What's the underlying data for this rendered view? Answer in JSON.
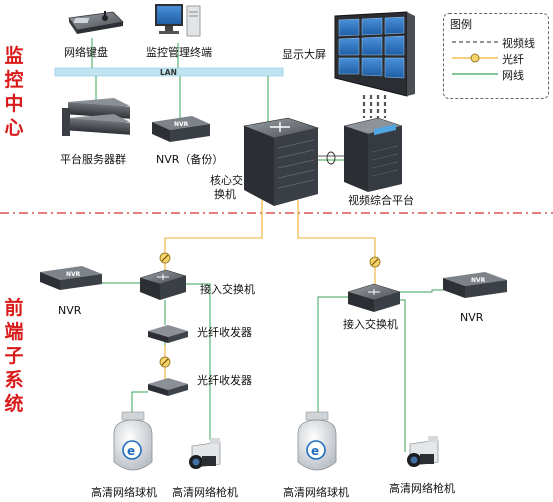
{
  "sections": {
    "monitor_center": "监控中心",
    "front_end": "前端子系统"
  },
  "legend": {
    "title": "图例",
    "video_line": "视频线",
    "fiber": "光纤",
    "network_line": "网线"
  },
  "lan_label": "LAN",
  "devices": {
    "network_keyboard": "网络键盘",
    "monitor_terminal": "监控管理终端",
    "display_wall": "显示大屏",
    "server_group": "平台服务器群",
    "nvr_backup": "NVR（备份）",
    "core_switch_l1": "核心交",
    "core_switch_l2": "换机",
    "video_platform": "视频综合平台",
    "nvr_left": "NVR",
    "access_switch_left": "接入交换机",
    "transceiver_1": "光纤收发器",
    "transceiver_2": "光纤收发器",
    "dome_left": "高清网络球机",
    "bullet_left": "高清网络枪机",
    "access_switch_right": "接入交换机",
    "nvr_right": "NVR",
    "dome_right": "高清网络球机",
    "bullet_right": "高清网络枪机"
  },
  "device_badge": "NVR",
  "colors": {
    "video_line": "#555555",
    "fiber": "#f0b030",
    "network_line": "#3aa35a",
    "lan_bar": "#bfe4f0",
    "section_text": "#d91b1b",
    "divider": "#d33030"
  }
}
